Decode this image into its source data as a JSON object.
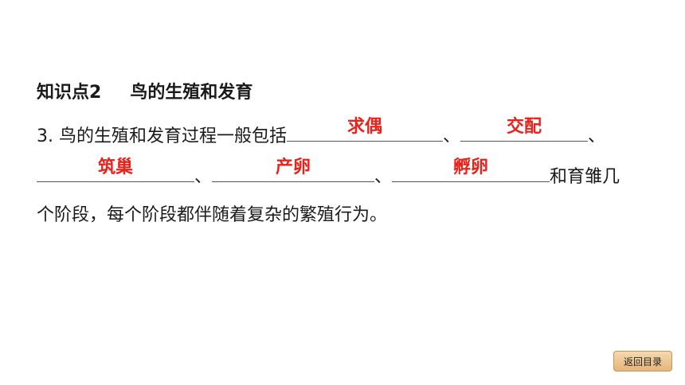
{
  "heading": {
    "label": "知识点2",
    "title": "鸟的生殖和发育"
  },
  "question": {
    "number": "3.",
    "intro": "鸟的生殖和发育过程一般包括",
    "sep": "、",
    "answers": [
      "求偶",
      "交配",
      "筑巢",
      "产卵",
      "孵卵"
    ],
    "tail": "和育雏几",
    "line3": "个阶段，每个阶段都伴随着复杂的繁殖行为。"
  },
  "back_button": "返回目录",
  "colors": {
    "answer": "#e8231b"
  }
}
